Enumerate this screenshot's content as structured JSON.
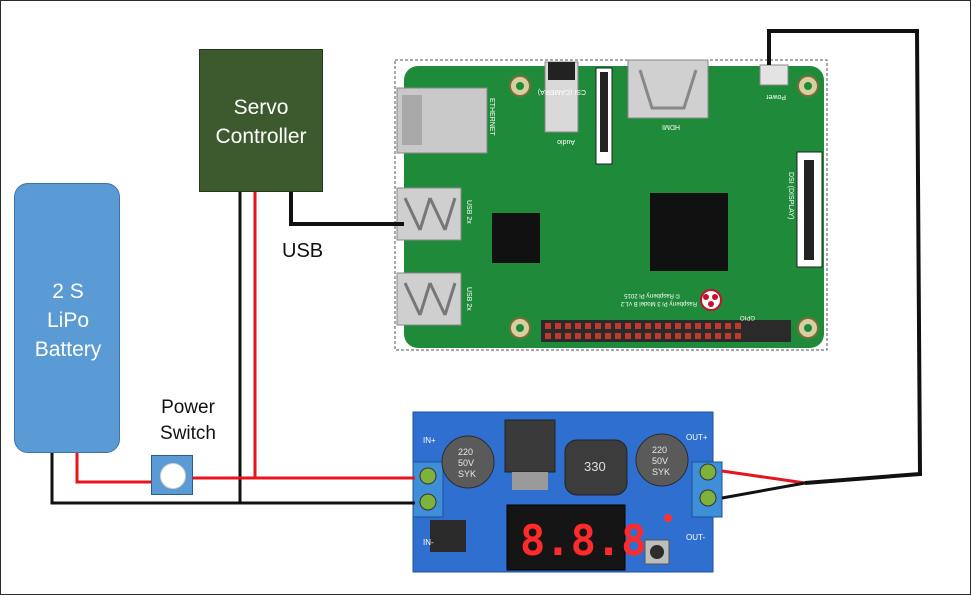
{
  "battery": {
    "lines": [
      "2 S",
      "LiPo",
      "Battery"
    ]
  },
  "servo_controller": {
    "lines": [
      "Servo",
      "Controller"
    ]
  },
  "usb_label": "USB",
  "power_switch": {
    "lines": [
      "Power",
      "Switch"
    ]
  },
  "raspberry_pi": {
    "ethernet": "ETHERNET",
    "usb_port_label": "USB 2x",
    "camera": "CSI (CAMERA)",
    "audio": "Audio",
    "hdmi": "HDMI",
    "power": "Power",
    "display": "DSI (DISPLAY)",
    "gpio": "GPIO",
    "model": "Raspberry Pi 3 Model B v1.2",
    "copyright": "© Raspberry Pi 2015"
  },
  "converter": {
    "in_plus": "IN+",
    "in_minus": "IN-",
    "out_plus": "OUT+",
    "out_minus": "OUT-",
    "cap_left": [
      "220",
      "50V",
      "SYK"
    ],
    "cap_right": [
      "220",
      "50V",
      "SYK"
    ],
    "inductor": "330",
    "display_digits": "8.8.8"
  },
  "colors": {
    "wire_black": "#111111",
    "wire_red": "#e8141c",
    "pcb_green": "#1f8a3a",
    "battery_blue": "#5b9bd5",
    "servo_green": "#3d5a2e"
  }
}
